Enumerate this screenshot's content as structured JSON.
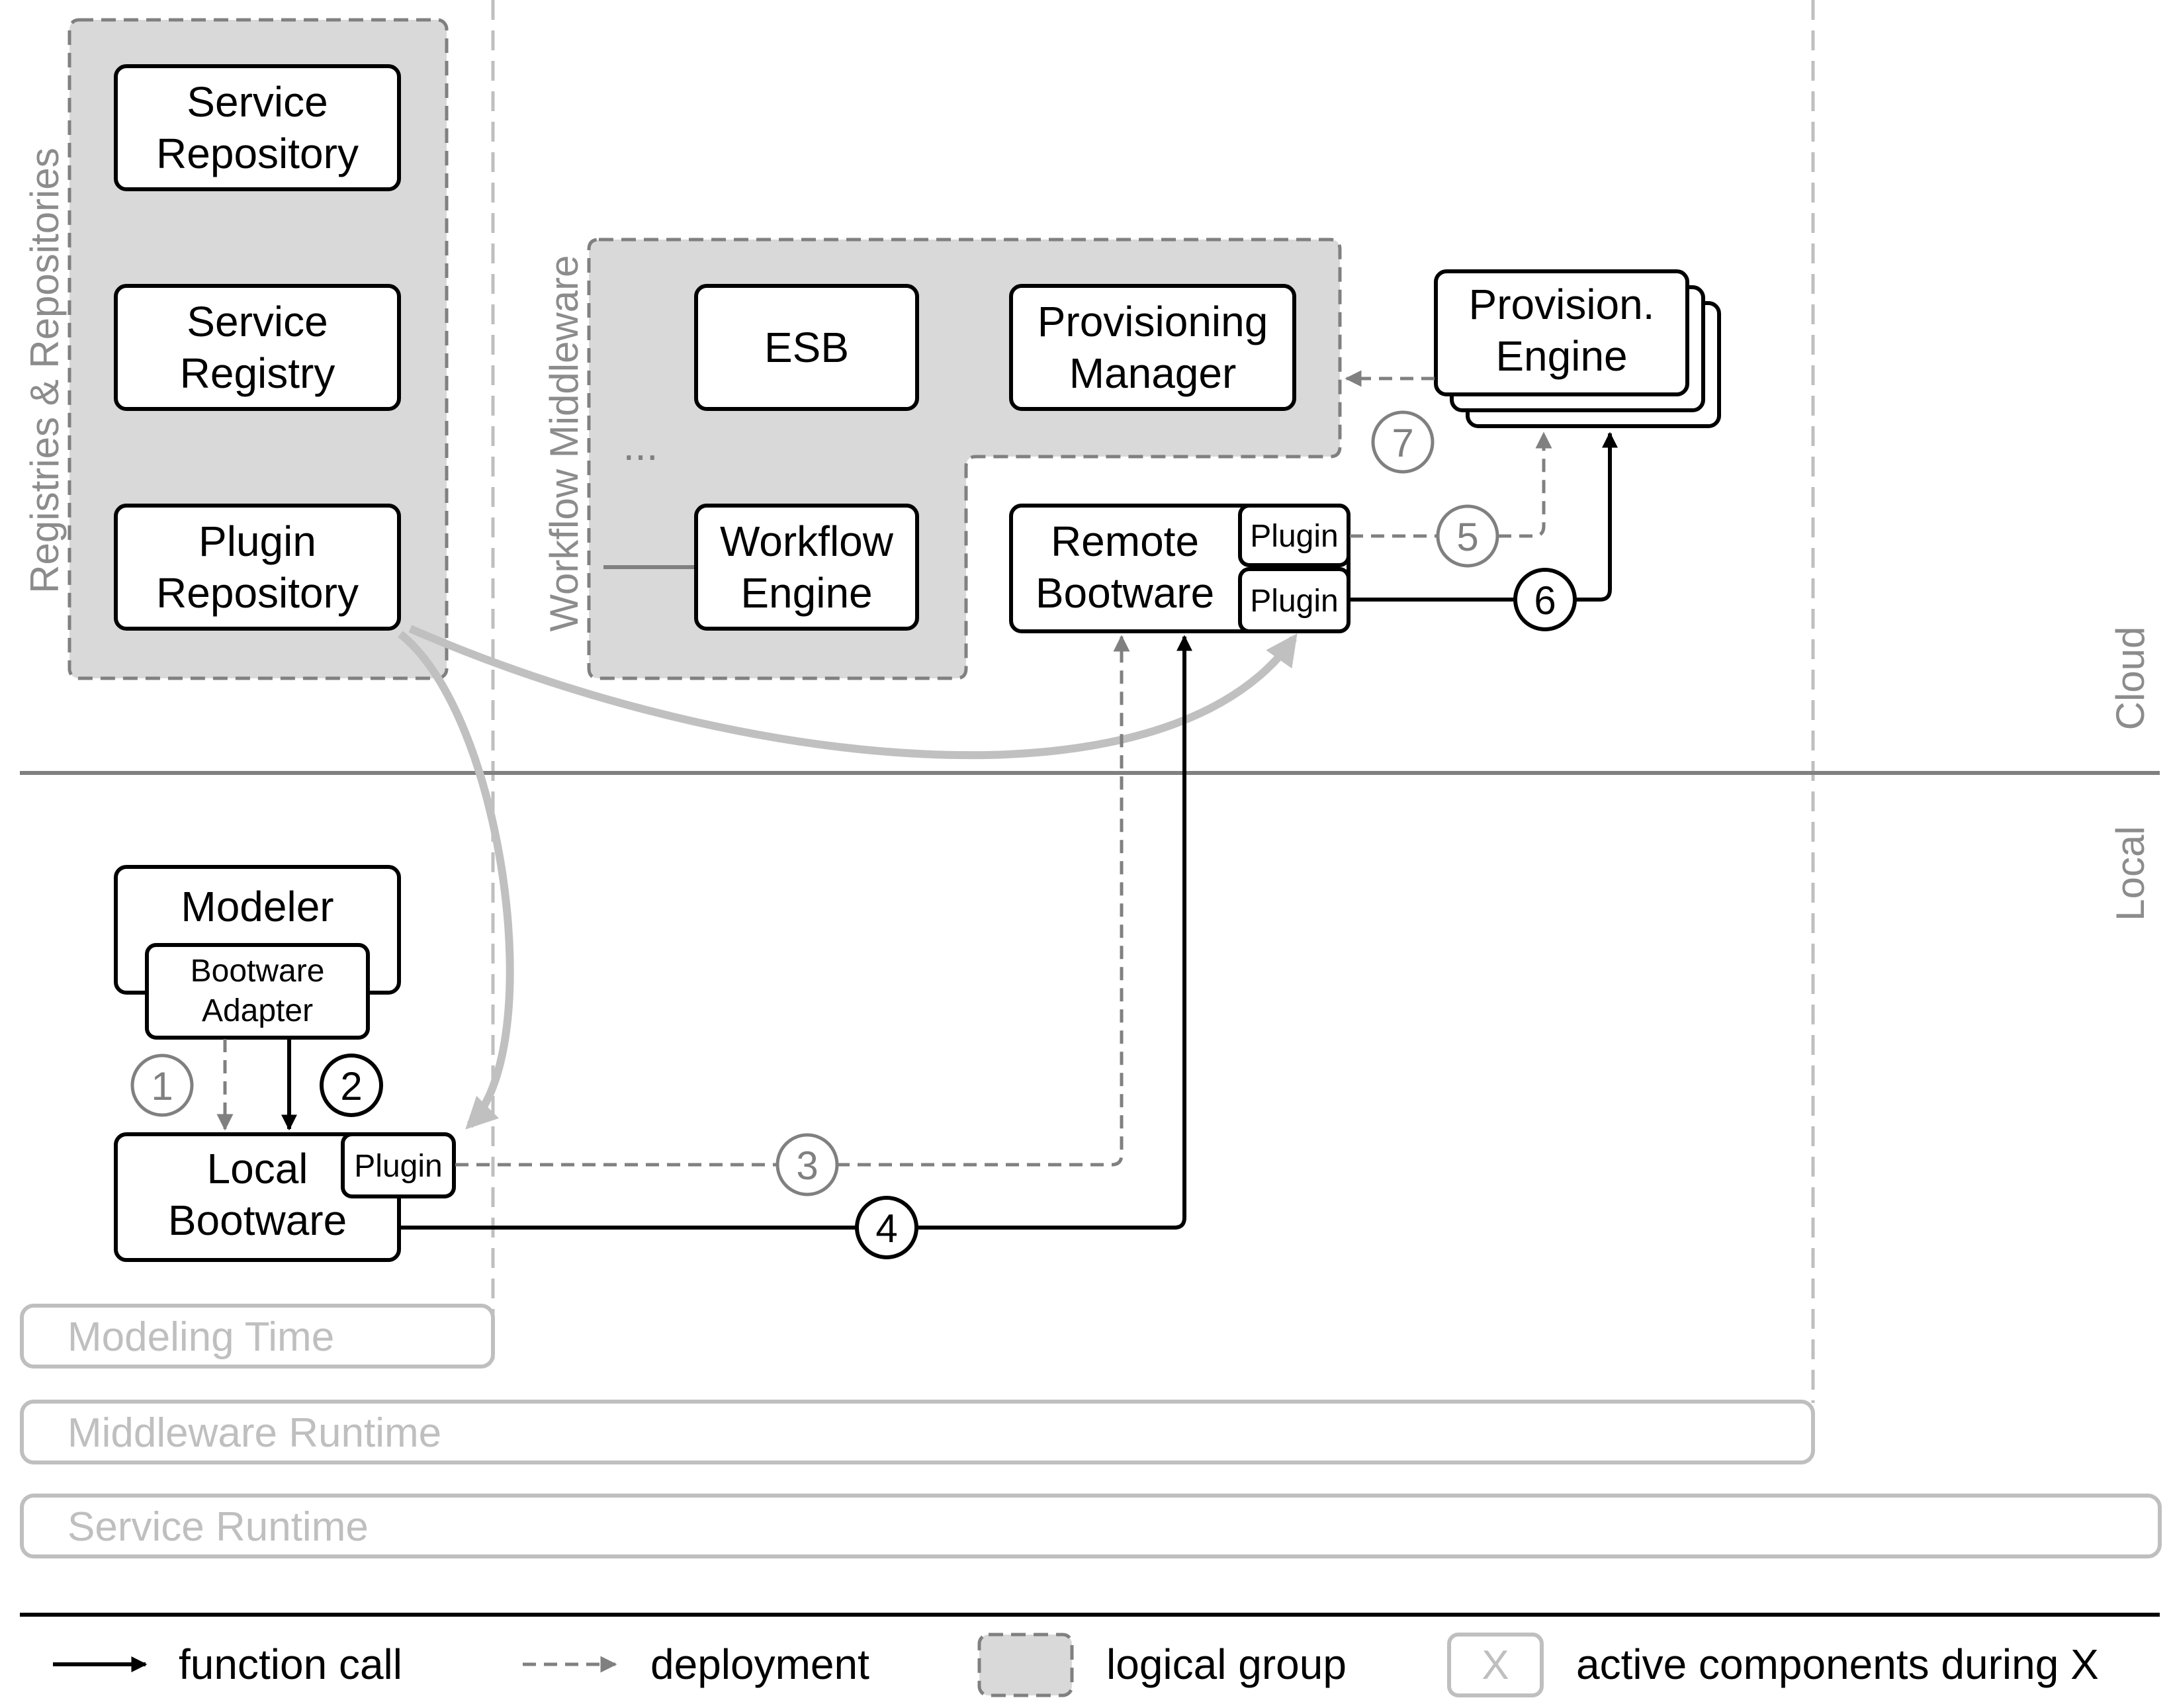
{
  "regions": {
    "cloud": "Cloud",
    "local": "Local"
  },
  "groups": {
    "registries": "Registries & Repositories",
    "workflow_middleware": "Workflow Middleware",
    "ellipsis": "..."
  },
  "components": {
    "service_repository": [
      "Service",
      "Repository"
    ],
    "service_registry": [
      "Service",
      "Registry"
    ],
    "plugin_repository": [
      "Plugin",
      "Repository"
    ],
    "esb": "ESB",
    "provisioning_manager": [
      "Provisioning",
      "Manager"
    ],
    "provisioning_engine": [
      "Provision.",
      "Engine"
    ],
    "workflow_engine": [
      "Workflow",
      "Engine"
    ],
    "remote_bootware": [
      "Remote",
      "Bootware"
    ],
    "plugin": "Plugin",
    "modeler": "Modeler",
    "bootware_adapter": [
      "Bootware",
      "Adapter"
    ],
    "local_bootware": [
      "Local",
      "Bootware"
    ]
  },
  "steps": [
    "1",
    "2",
    "3",
    "4",
    "5",
    "6",
    "7"
  ],
  "phases": {
    "modeling_time": "Modeling Time",
    "middleware_runtime": "Middleware Runtime",
    "service_runtime": "Service Runtime"
  },
  "legend": {
    "function_call": "function call",
    "deployment": "deployment",
    "logical_group": "logical group",
    "active_components": "active components during X",
    "x_symbol": "X"
  },
  "colors": {
    "group_fill": "#d9d9d9",
    "function_call": "#000000",
    "deployment": "#808080",
    "phase_outline": "#bfbfbf"
  }
}
